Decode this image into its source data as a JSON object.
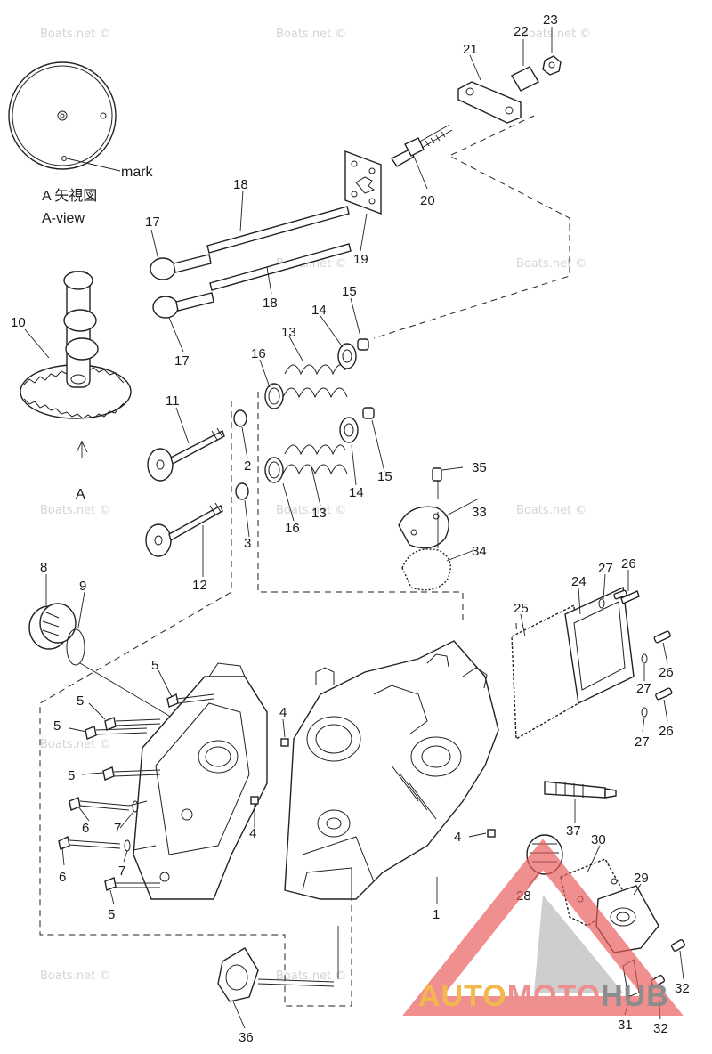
{
  "watermark": "Boats.net ©",
  "colors": {
    "line": "#222222",
    "watermark": "#d4d4d4",
    "logo_red": "#e85a5a",
    "logo_gray": "#9a9a9a",
    "brand_auto": "#f2b84b",
    "brand_moto": "#ee8f8f",
    "brand_hub": "#8c8c8c"
  },
  "labels": {
    "mark": "mark",
    "a_view_jp": "A 矢視図",
    "a_view_en": "A-view",
    "arrow_a": "A"
  },
  "brand": {
    "part1": "AUTO",
    "part2": "MOTO",
    "part3": "HUB"
  },
  "callouts": {
    "n1": "1",
    "n2": "2",
    "n3": "3",
    "n4a": "4",
    "n4b": "4",
    "n4c": "4",
    "n5a": "5",
    "n5b": "5",
    "n5c": "5",
    "n5d": "5",
    "n5e": "5",
    "n6a": "6",
    "n6b": "6",
    "n7a": "7",
    "n7b": "7",
    "n8": "8",
    "n9": "9",
    "n10": "10",
    "n11": "11",
    "n12": "12",
    "n13a": "13",
    "n13b": "13",
    "n14a": "14",
    "n14b": "14",
    "n15a": "15",
    "n15b": "15",
    "n16a": "16",
    "n16b": "16",
    "n17a": "17",
    "n17b": "17",
    "n18a": "18",
    "n18b": "18",
    "n19": "19",
    "n20": "20",
    "n21": "21",
    "n22": "22",
    "n23": "23",
    "n24": "24",
    "n25": "25",
    "n26a": "26",
    "n26b": "26",
    "n26c": "26",
    "n27a": "27",
    "n27b": "27",
    "n27c": "27",
    "n28": "28",
    "n29": "29",
    "n30": "30",
    "n31": "31",
    "n32a": "32",
    "n32b": "32",
    "n33": "33",
    "n34": "34",
    "n35": "35",
    "n36": "36",
    "n37": "37"
  }
}
